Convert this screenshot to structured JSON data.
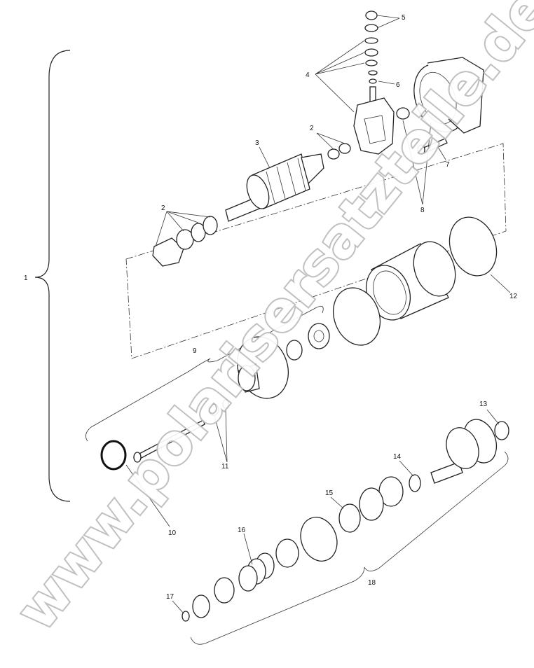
{
  "diagram": {
    "callouts": {
      "c1": "1",
      "c2a": "2",
      "c2b": "2",
      "c3": "3",
      "c4": "4",
      "c5": "5",
      "c6": "6",
      "c7": "7",
      "c8": "8",
      "c9": "9",
      "c10": "10",
      "c11": "11",
      "c12": "12",
      "c13": "13",
      "c14": "14",
      "c15": "15",
      "c16": "16",
      "c17": "17",
      "c18": "18"
    },
    "watermark": "www.polarisersatzteile.de"
  }
}
